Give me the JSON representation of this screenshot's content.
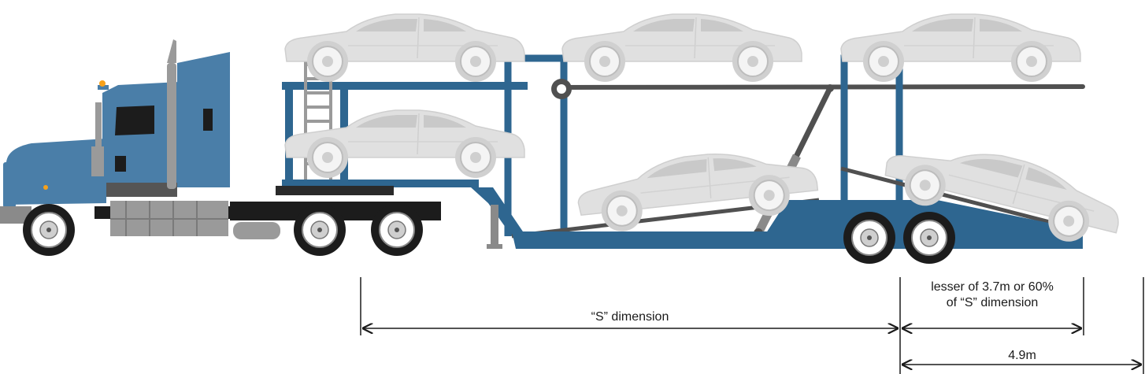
{
  "colors": {
    "truck_blue": "#4a7ea8",
    "trailer_blue": "#2e6690",
    "car_grey": "#e0e0e0",
    "dark": "#1a1a1a",
    "rail_grey": "#505050"
  },
  "labels": {
    "s_dimension": "“S” dimension",
    "lesser_line1": "lesser of 3.7m or 60%",
    "lesser_line2": "of “S” dimension",
    "overhang": "4.9m"
  }
}
